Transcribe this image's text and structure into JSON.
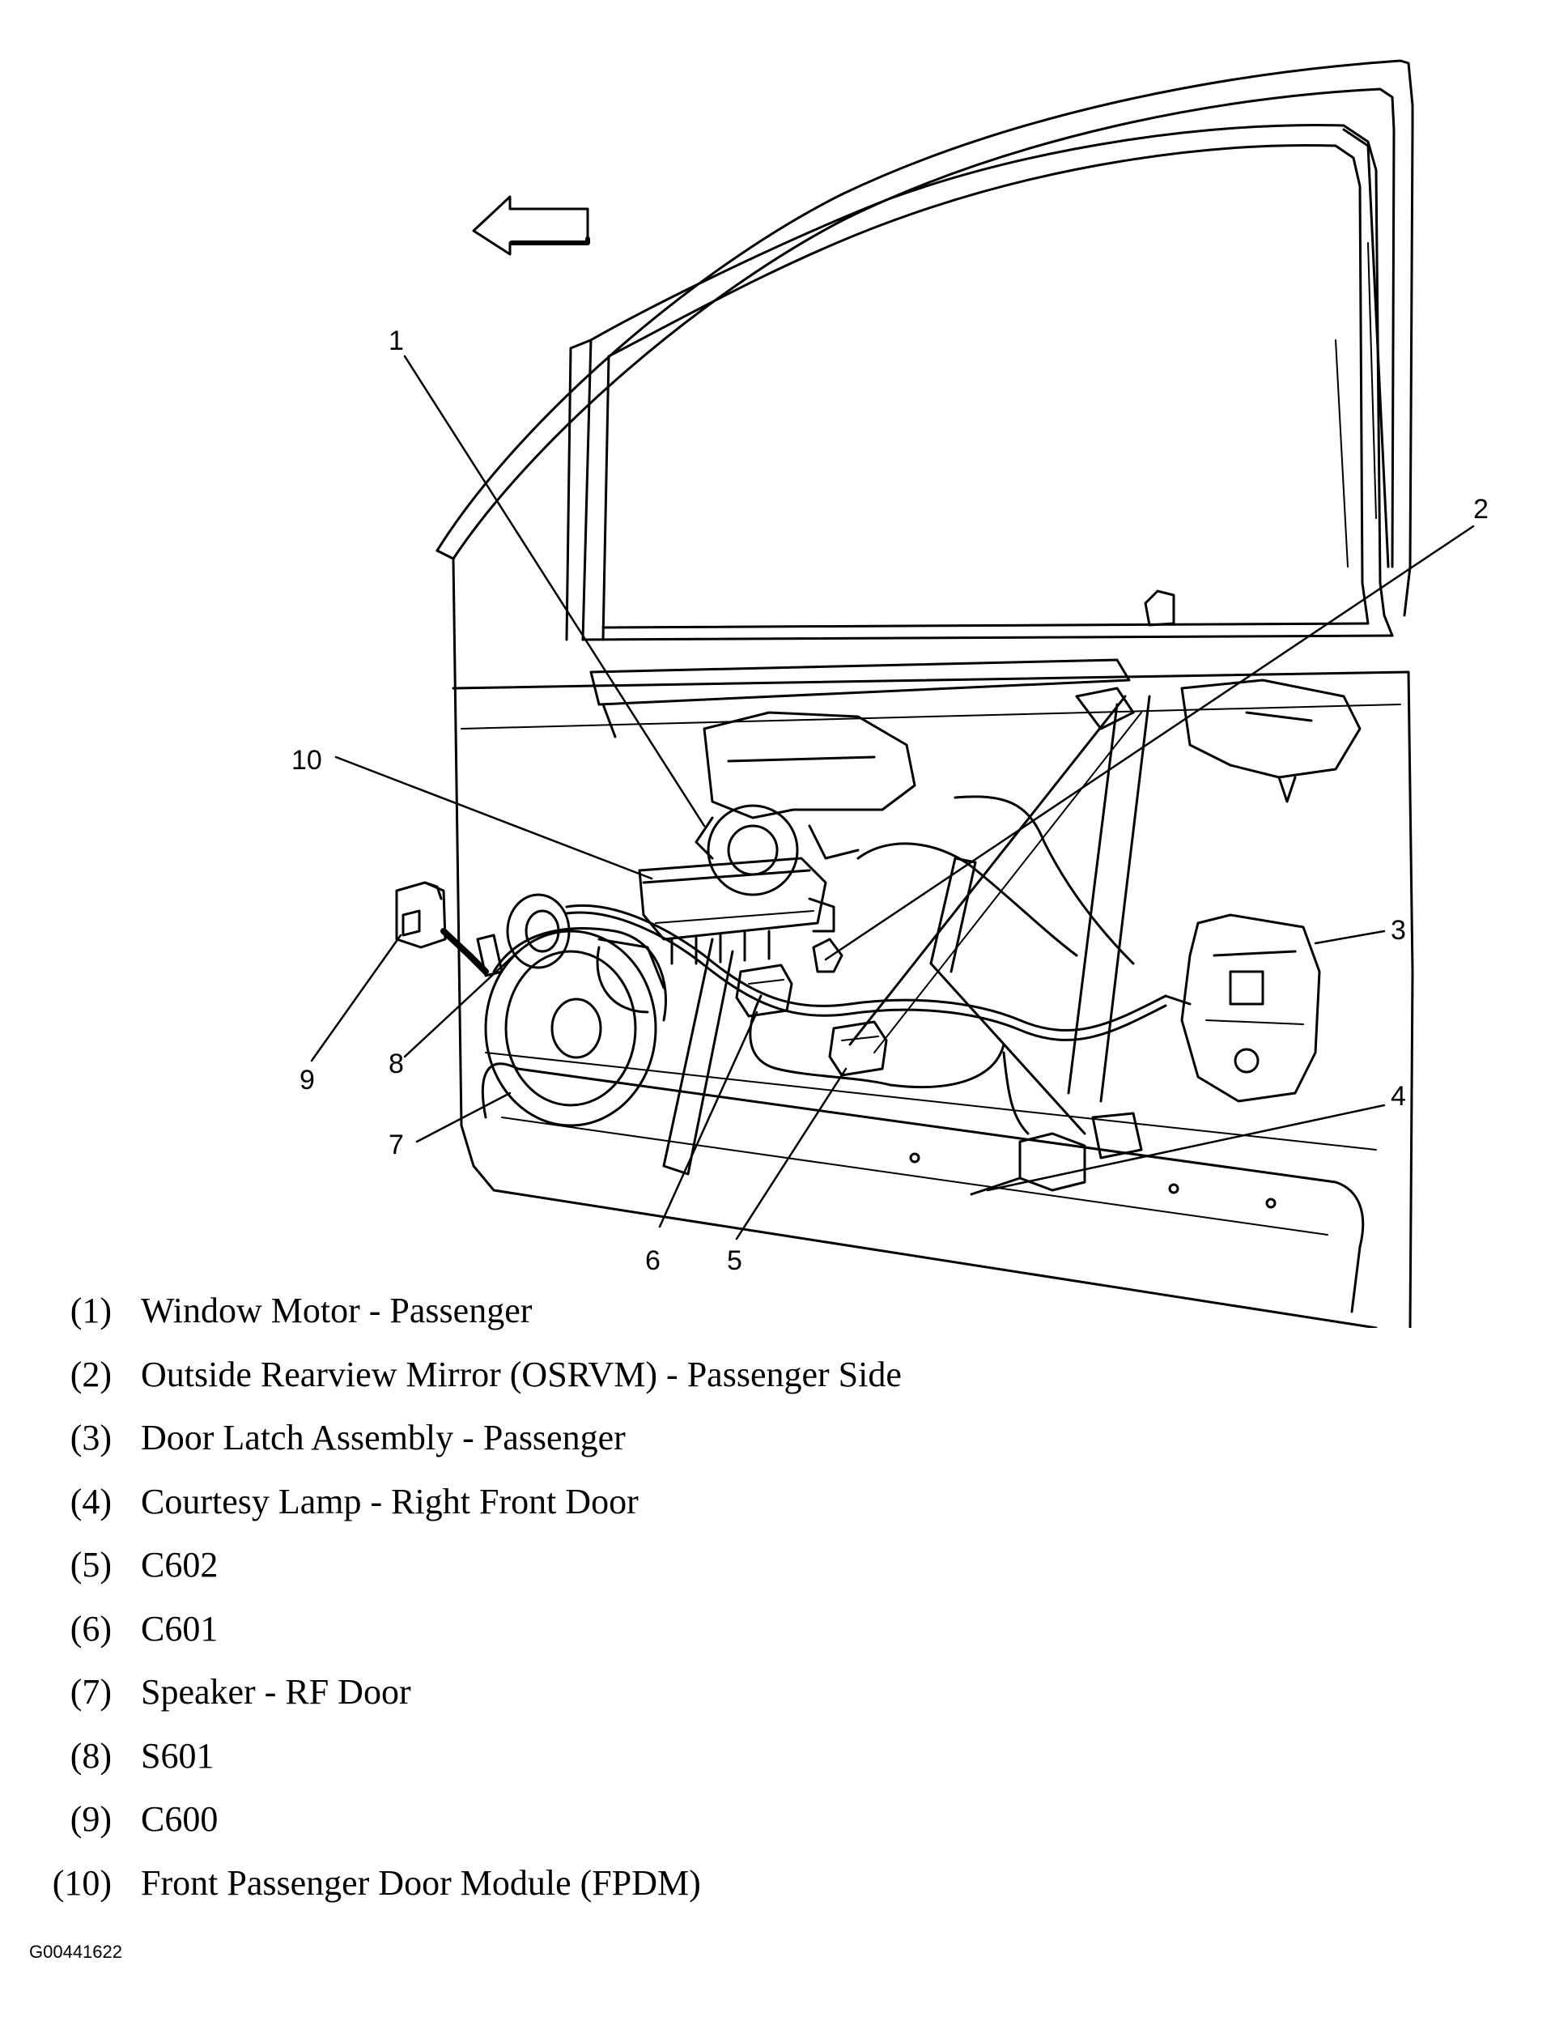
{
  "callouts": [
    "1",
    "2",
    "3",
    "4",
    "5",
    "6",
    "7",
    "8",
    "9",
    "10"
  ],
  "legend": [
    {
      "num": "(1)",
      "text": "Window Motor - Passenger"
    },
    {
      "num": "(2)",
      "text": "Outside Rearview Mirror (OSRVM) - Passenger Side"
    },
    {
      "num": "(3)",
      "text": "Door Latch Assembly - Passenger"
    },
    {
      "num": "(4)",
      "text": "Courtesy Lamp - Right Front Door"
    },
    {
      "num": "(5)",
      "text": "C602"
    },
    {
      "num": "(6)",
      "text": "C601"
    },
    {
      "num": "(7)",
      "text": "Speaker - RF Door"
    },
    {
      "num": "(8)",
      "text": "S601"
    },
    {
      "num": "(9)",
      "text": "C600"
    },
    {
      "num": "(10)",
      "text": "Front Passenger Door Module (FPDM)"
    }
  ],
  "figure_id": "G00441622"
}
